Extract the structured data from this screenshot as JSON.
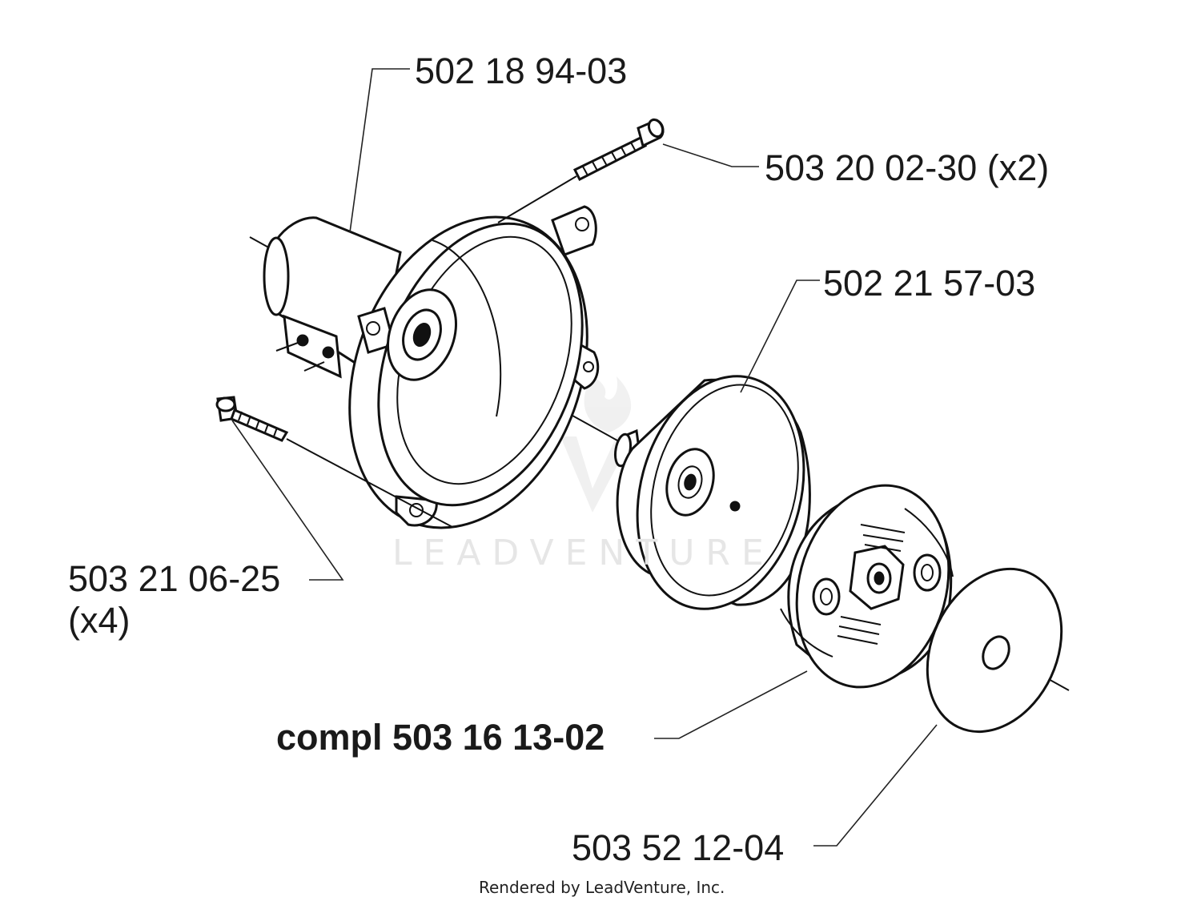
{
  "callouts": {
    "clutch_housing": "502 18 94-03",
    "screw_top": "503 20 02-30 (x2)",
    "clutch_drum": "502 21 57-03",
    "screw_left_line1": "503 21 06-25",
    "screw_left_line2": "(x4)",
    "clutch_assembly": "compl 503 16 13-02",
    "washer": "503 52 12-04"
  },
  "watermark": "LEADVENTURE",
  "credit": "Rendered by LeadVenture, Inc."
}
